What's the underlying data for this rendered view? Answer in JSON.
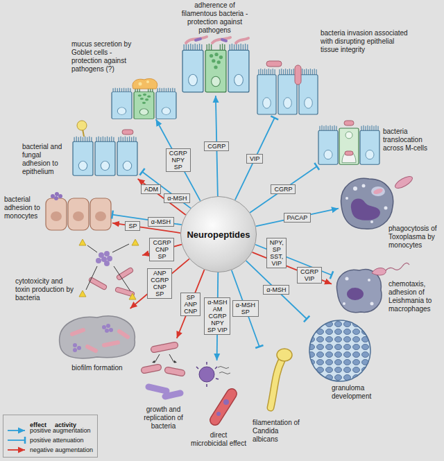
{
  "diagram": {
    "nodes": [
      {
        "text": [
          "Neuropeptides"
        ]
      },
      {
        "text": [
          "adherence of filamentous bacteria - protection against pathogens"
        ]
      },
      {
        "text": [
          "mucus secretion by Goblet cells - protection against pathogens (?)"
        ]
      },
      {
        "text": [
          "bacteria invasion associated with disrupting epithelial tissue integrity"
        ]
      },
      {
        "text": [
          "bacteria translocation across M-cells"
        ]
      },
      {
        "text": [
          "phagocytosis of Toxoplasma by monocytes"
        ]
      },
      {
        "text": [
          "chemotaxis, adhesion of Leishmania to macrophages"
        ]
      },
      {
        "text": [
          "granuloma development"
        ]
      },
      {
        "text": [
          "filamentation of Candida albicans"
        ]
      },
      {
        "text": [
          "direct microbicidal effect"
        ]
      },
      {
        "text": [
          "growth and replication of bacteria"
        ]
      },
      {
        "text": [
          "biofilm formation"
        ]
      },
      {
        "text": [
          "cytotoxicity and toxin production by bacteria"
        ]
      },
      {
        "text": [
          "bacterial adhesion to monocytes"
        ]
      },
      {
        "text": [
          "bacterial and fungal adhesion to epithelium"
        ]
      }
    ],
    "edges": [
      {
        "from": 0,
        "to": 1,
        "arrow": "to",
        "label": "CGRP"
      },
      {
        "from": 0,
        "to": 2,
        "arrow": "to",
        "label": "CGRP NPY SP"
      },
      {
        "from": 0,
        "to": 3,
        "arrow": "to",
        "label": "VIP"
      },
      {
        "from": 0,
        "to": 4,
        "arrow": "to",
        "label": "CGRP"
      },
      {
        "from": 0,
        "to": 5,
        "arrow": "to",
        "label": "PACAP"
      },
      {
        "from": 0,
        "to": 6,
        "arrow": "to",
        "label": "NPY, SP SST, VIP"
      },
      {
        "from": 0,
        "to": 6,
        "arrow": "to",
        "label": "CGRP VIP"
      },
      {
        "from": 0,
        "to": 7,
        "arrow": "to",
        "label": "α-MSH"
      },
      {
        "from": 0,
        "to": 8,
        "arrow": "to",
        "label": "α-MSH SP"
      },
      {
        "from": 0,
        "to": 9,
        "arrow": "to",
        "label": "α-MSH AM CGRP NPY SP VIP"
      },
      {
        "from": 0,
        "to": 10,
        "arrow": "to",
        "label": "SP ANP CNP"
      },
      {
        "from": 0,
        "to": 11,
        "arrow": "to",
        "label": "ANP CGRP CNP SP"
      },
      {
        "from": 0,
        "to": 12,
        "arrow": "to",
        "label": "CGRP CNP SP"
      },
      {
        "from": 0,
        "to": 13,
        "arrow": "to",
        "label": "α-MSH"
      },
      {
        "from": 0,
        "to": 13,
        "arrow": "to",
        "label": "SP"
      },
      {
        "from": 0,
        "to": 14,
        "arrow": "to",
        "label": "α-MSH"
      },
      {
        "from": 0,
        "to": 14,
        "arrow": "to",
        "label": "ADM"
      }
    ],
    "labels": [
      "effect",
      "activity"
    ],
    "legend": [
      {
        "text": "positive augmentation"
      },
      {
        "text": "positive attenuation"
      },
      {
        "text": "negative augmentation"
      }
    ]
  }
}
